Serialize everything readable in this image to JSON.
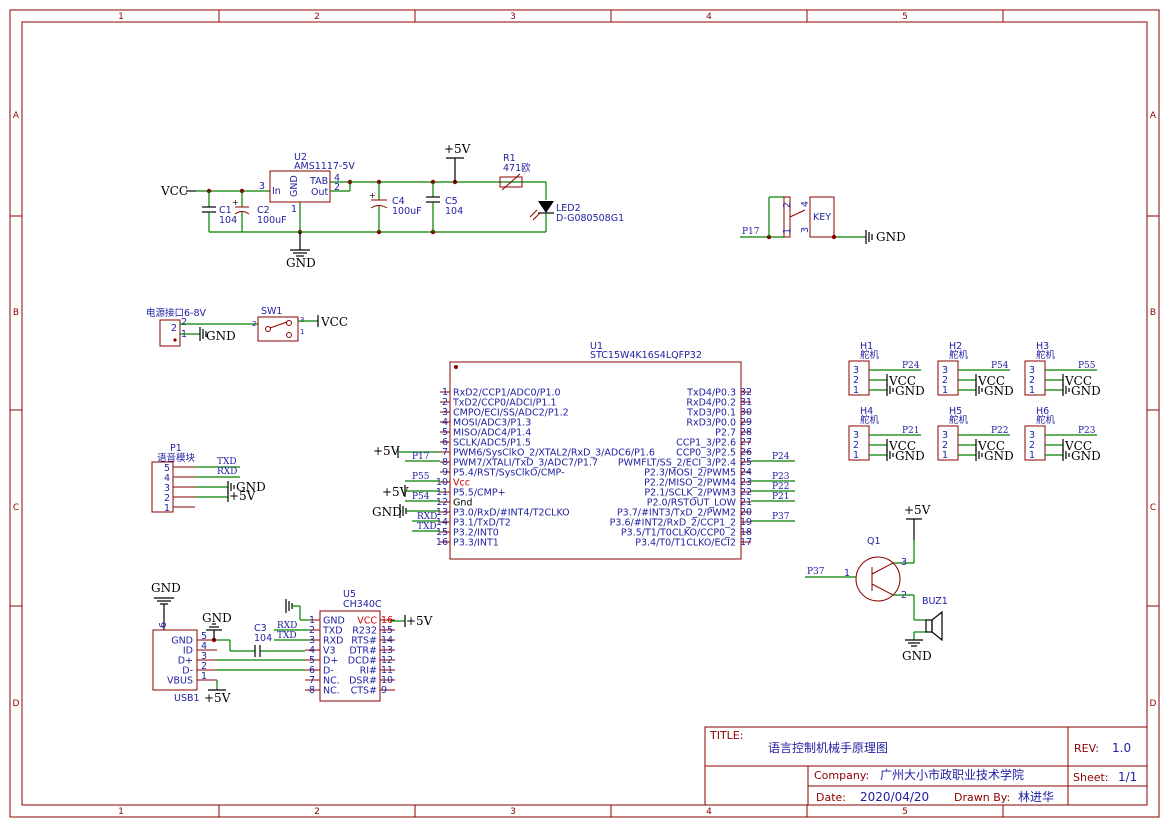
{
  "border": {
    "columns": [
      "1",
      "2",
      "3",
      "4",
      "5"
    ],
    "rows": [
      "A",
      "B",
      "C",
      "D"
    ]
  },
  "title_block": {
    "title_label": "TITLE:",
    "title": "语言控制机械手原理图",
    "rev_label": "REV:",
    "rev": "1.0",
    "company_label": "Company:",
    "company": "广州大小市政职业技术学院",
    "sheet_label": "Sheet:",
    "sheet": "1/1",
    "date_label": "Date:",
    "date": "2020/04/20",
    "drawn_label": "Drawn By:",
    "drawn": "林进华"
  },
  "power": {
    "vcc": "VCC",
    "gnd": "GND",
    "p5v": "+5V"
  },
  "u2": {
    "ref": "U2",
    "value": "AMS1117-5V",
    "pin_in": "In",
    "pin_gnd": "GND",
    "pin_tab": "TAB",
    "pin_out": "Out",
    "n3": "3",
    "n4": "4",
    "n2": "2",
    "n1": "1"
  },
  "caps": {
    "c1": "C1",
    "c1v": "104",
    "c2": "C2",
    "c2v": "100uF",
    "c4": "C4",
    "c4v": "100uF",
    "c5": "C5",
    "c5v": "104",
    "c3": "C3",
    "c3v": "104"
  },
  "r1": {
    "ref": "R1",
    "value": "471欧"
  },
  "led2": {
    "ref": "LED2",
    "value": "D-G080508G1"
  },
  "key": {
    "label": "KEY",
    "n2": "2",
    "n4": "4",
    "n1": "1",
    "n3": "3",
    "net": "P17"
  },
  "pwr_conn": {
    "label": "电源接口6-8V",
    "n2": "2",
    "n1": "1"
  },
  "sw1": {
    "ref": "SW1",
    "n2": "2",
    "n1": "1",
    "n3": "3"
  },
  "u1": {
    "ref": "U1",
    "value": "STC15W4K16S4LQFP32",
    "left_pins": [
      {
        "num": "1",
        "name": "RxD2/CCP1/ADC0/P1.0"
      },
      {
        "num": "2",
        "name": "TxD2/CCP0/ADCI/P1.1"
      },
      {
        "num": "3",
        "name": "CMPO/ECI/SS/ADC2/P1.2"
      },
      {
        "num": "4",
        "name": "MOSI/ADC3/P1.3"
      },
      {
        "num": "5",
        "name": "MISO/ADC4/P1.4"
      },
      {
        "num": "6",
        "name": "SCLK/ADC5/P1.5"
      },
      {
        "num": "7",
        "name": "PWM6/SysClkO_2/XTAL2/RxD_3/ADC6/P1.6"
      },
      {
        "num": "8",
        "name": "PWM7/XTALI/TxD_3/ADC7/P1.7"
      },
      {
        "num": "9",
        "name": "P5.4/RST/SysClkO/CMP-"
      },
      {
        "num": "10",
        "name": "Vcc"
      },
      {
        "num": "11",
        "name": "P5.5/CMP+"
      },
      {
        "num": "12",
        "name": "Gnd"
      },
      {
        "num": "13",
        "name": "P3.0/RxD/#INT4/T2CLKO"
      },
      {
        "num": "14",
        "name": "P3.1/TxD/T2"
      },
      {
        "num": "15",
        "name": "P3.2/INT0"
      },
      {
        "num": "16",
        "name": "P3.3/INT1"
      }
    ],
    "right_pins": [
      {
        "num": "32",
        "name": "TxD4/P0.3"
      },
      {
        "num": "31",
        "name": "RxD4/P0.2"
      },
      {
        "num": "30",
        "name": "TxD3/P0.1"
      },
      {
        "num": "29",
        "name": "RxD3/P0.0"
      },
      {
        "num": "28",
        "name": "P2.7"
      },
      {
        "num": "27",
        "name": "CCP1_3/P2.6"
      },
      {
        "num": "26",
        "name": "CCP0_3/P2.5"
      },
      {
        "num": "25",
        "name": "PWMFLT/SS_2/ECI_3/P2.4"
      },
      {
        "num": "24",
        "name": "P2.3/MOSI_2/PWM5"
      },
      {
        "num": "23",
        "name": "P2.2/MISO_2/PWM4"
      },
      {
        "num": "22",
        "name": "P2.1/SCLK_2/PWM3"
      },
      {
        "num": "21",
        "name": "P2.0/RSTOUT_LOW"
      },
      {
        "num": "20",
        "name": "P3.7/#INT3/TxD_2/PWM2"
      },
      {
        "num": "19",
        "name": "P3.6/#INT2/RxD_2/CCP1_2"
      },
      {
        "num": "18",
        "name": "P3.5/T1/T0CLKO/CCP0_2"
      },
      {
        "num": "17",
        "name": "P3.4/T0/T1CLKO/ECI2"
      }
    ],
    "nets": {
      "p17": "P17",
      "p55": "P55",
      "p54": "P54",
      "rxd": "RXD",
      "txd": "TXD",
      "p24": "P24",
      "p23": "P23",
      "p22": "P22",
      "p21": "P21",
      "p37": "P37"
    }
  },
  "servos": [
    {
      "ref": "H1",
      "label": "舵机",
      "net": "P24"
    },
    {
      "ref": "H2",
      "label": "舵机",
      "net": "P54"
    },
    {
      "ref": "H3",
      "label": "舵机",
      "net": "P55"
    },
    {
      "ref": "H4",
      "label": "舵机",
      "net": "P21"
    },
    {
      "ref": "H5",
      "label": "舵机",
      "net": "P22"
    },
    {
      "ref": "H6",
      "label": "舵机",
      "net": "P23"
    }
  ],
  "servo_pins": [
    "3",
    "2",
    "1"
  ],
  "p1": {
    "ref": "P1",
    "label": "语音模块",
    "pins": [
      "5",
      "4",
      "3",
      "2",
      "1"
    ],
    "txd": "TXD",
    "rxd": "RXD"
  },
  "q1": {
    "ref": "Q1",
    "net": "P37",
    "n1": "1",
    "n3": "3",
    "n2": "2"
  },
  "buz1": {
    "ref": "BUZ1"
  },
  "usb1": {
    "ref": "USB1",
    "n6": "6",
    "pins": [
      {
        "num": "5",
        "name": "GND"
      },
      {
        "num": "4",
        "name": "ID"
      },
      {
        "num": "3",
        "name": "D+"
      },
      {
        "num": "2",
        "name": "D-"
      },
      {
        "num": "1",
        "name": "VBUS"
      }
    ]
  },
  "u5": {
    "ref": "U5",
    "value": "CH340C",
    "left_pins": [
      {
        "num": "1",
        "name": "GND"
      },
      {
        "num": "2",
        "name": "TXD"
      },
      {
        "num": "3",
        "name": "RXD"
      },
      {
        "num": "4",
        "name": "V3"
      },
      {
        "num": "5",
        "name": "D+"
      },
      {
        "num": "6",
        "name": "D-"
      },
      {
        "num": "7",
        "name": "NC."
      },
      {
        "num": "8",
        "name": "NC."
      }
    ],
    "right_pins": [
      {
        "num": "16",
        "name": "VCC"
      },
      {
        "num": "15",
        "name": "R232"
      },
      {
        "num": "14",
        "name": "RTS#"
      },
      {
        "num": "13",
        "name": "DTR#"
      },
      {
        "num": "12",
        "name": "DCD#"
      },
      {
        "num": "11",
        "name": "RI#"
      },
      {
        "num": "10",
        "name": "DSR#"
      },
      {
        "num": "9",
        "name": "CTS#"
      }
    ],
    "rxd": "RXD",
    "txd": "TXD"
  }
}
